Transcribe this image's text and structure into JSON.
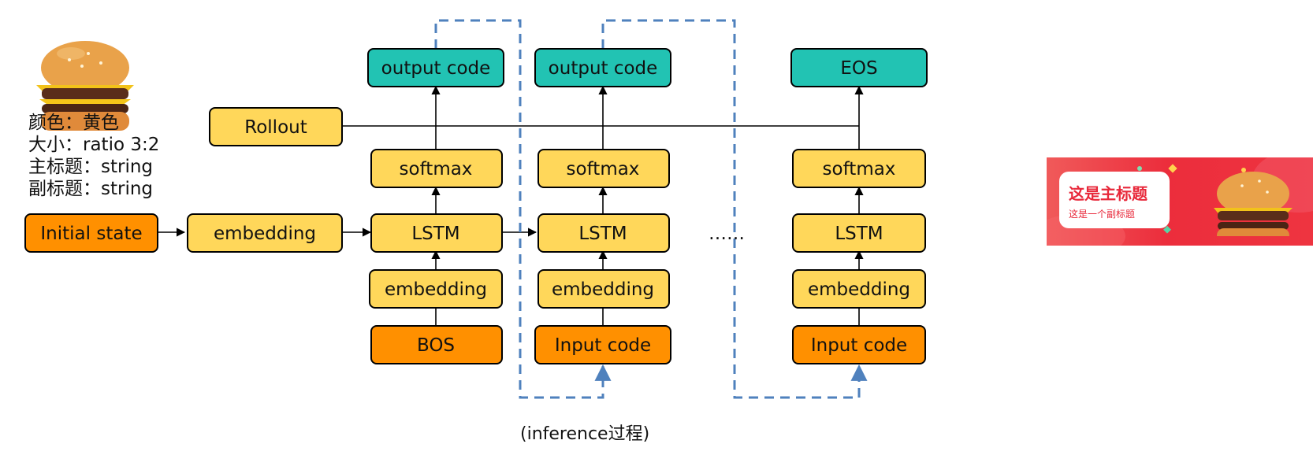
{
  "attributes": {
    "color": "颜色：黄色",
    "size": "大小：ratio 3:2",
    "main_title": "主标题：string",
    "sub_title": "副标题：string"
  },
  "nodes": {
    "initial_state": "Initial state",
    "rollout": "Rollout",
    "embedding_left": "embedding",
    "col1": {
      "output": "output code",
      "softmax": "softmax",
      "lstm": "LSTM",
      "embedding": "embedding",
      "input": "BOS"
    },
    "col2": {
      "output": "output code",
      "softmax": "softmax",
      "lstm": "LSTM",
      "embedding": "embedding",
      "input": "Input code"
    },
    "col3": {
      "output": "EOS",
      "softmax": "softmax",
      "lstm": "LSTM",
      "embedding": "embedding",
      "input": "Input code"
    }
  },
  "ellipsis": "……",
  "caption": "(inference过程)",
  "banner": {
    "title": "这是主标题",
    "subtitle": "这是一个副标题"
  },
  "colors": {
    "orange": "#ff9000",
    "yellow": "#ffd75a",
    "teal": "#22c3b3",
    "dash_blue": "#4f81bd",
    "banner_red": "#ec2d3c"
  }
}
